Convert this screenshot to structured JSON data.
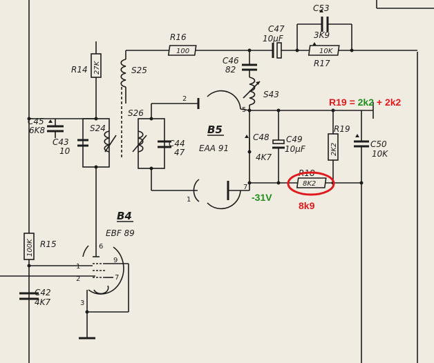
{
  "components": {
    "r16": {
      "name": "R16",
      "value": "100"
    },
    "c47": {
      "name": "C47",
      "value": "10µF"
    },
    "c53": {
      "name": "C53",
      "value": "3K9"
    },
    "r17": {
      "name": "R17",
      "value": "10K"
    },
    "r14": {
      "name": "R14",
      "value": "27K"
    },
    "s25": {
      "name": "S25"
    },
    "c46": {
      "name": "C46",
      "value": "82"
    },
    "s43": {
      "name": "S43"
    },
    "c45": {
      "name": "C45",
      "value": "6K8"
    },
    "s24": {
      "name": "S24"
    },
    "s26": {
      "name": "S26"
    },
    "c43": {
      "name": "C43",
      "value": "10"
    },
    "c44": {
      "name": "C44",
      "value": "47"
    },
    "b5": {
      "name": "B5",
      "type": "EAA 91"
    },
    "c48": {
      "name": "C48",
      "value": "4K7"
    },
    "c49": {
      "name": "C49",
      "value": "10µF"
    },
    "r19": {
      "name": "R19",
      "value": "2K2"
    },
    "c50": {
      "name": "C50",
      "value": "10K"
    },
    "r18": {
      "name": "R18",
      "value": "8K2"
    },
    "b4": {
      "name": "B4",
      "type": "EBF 89"
    },
    "r15": {
      "name": "R15",
      "value": "100K"
    },
    "c42": {
      "name": "C42",
      "value": "4K7"
    }
  },
  "pins": {
    "b5_p2": "2",
    "b5_p5": "5",
    "b5_p1": "1",
    "b5_p7": "7",
    "b4_p6": "6",
    "b4_p1": "1",
    "b4_p2": "2",
    "b4_p9": "9",
    "b4_p7": "7",
    "b4_p3": "3"
  },
  "annotations": {
    "r19_note_prefix": "R19 = ",
    "r19_note_a": "2k2",
    "r19_note_plus": " + ",
    "r19_note_b": "2k2",
    "voltage": "-31V",
    "r18_value": "8k9",
    "colors": {
      "red": "#e0191c",
      "green": "#1e8f1e",
      "ink": "#1c1c1c"
    }
  }
}
